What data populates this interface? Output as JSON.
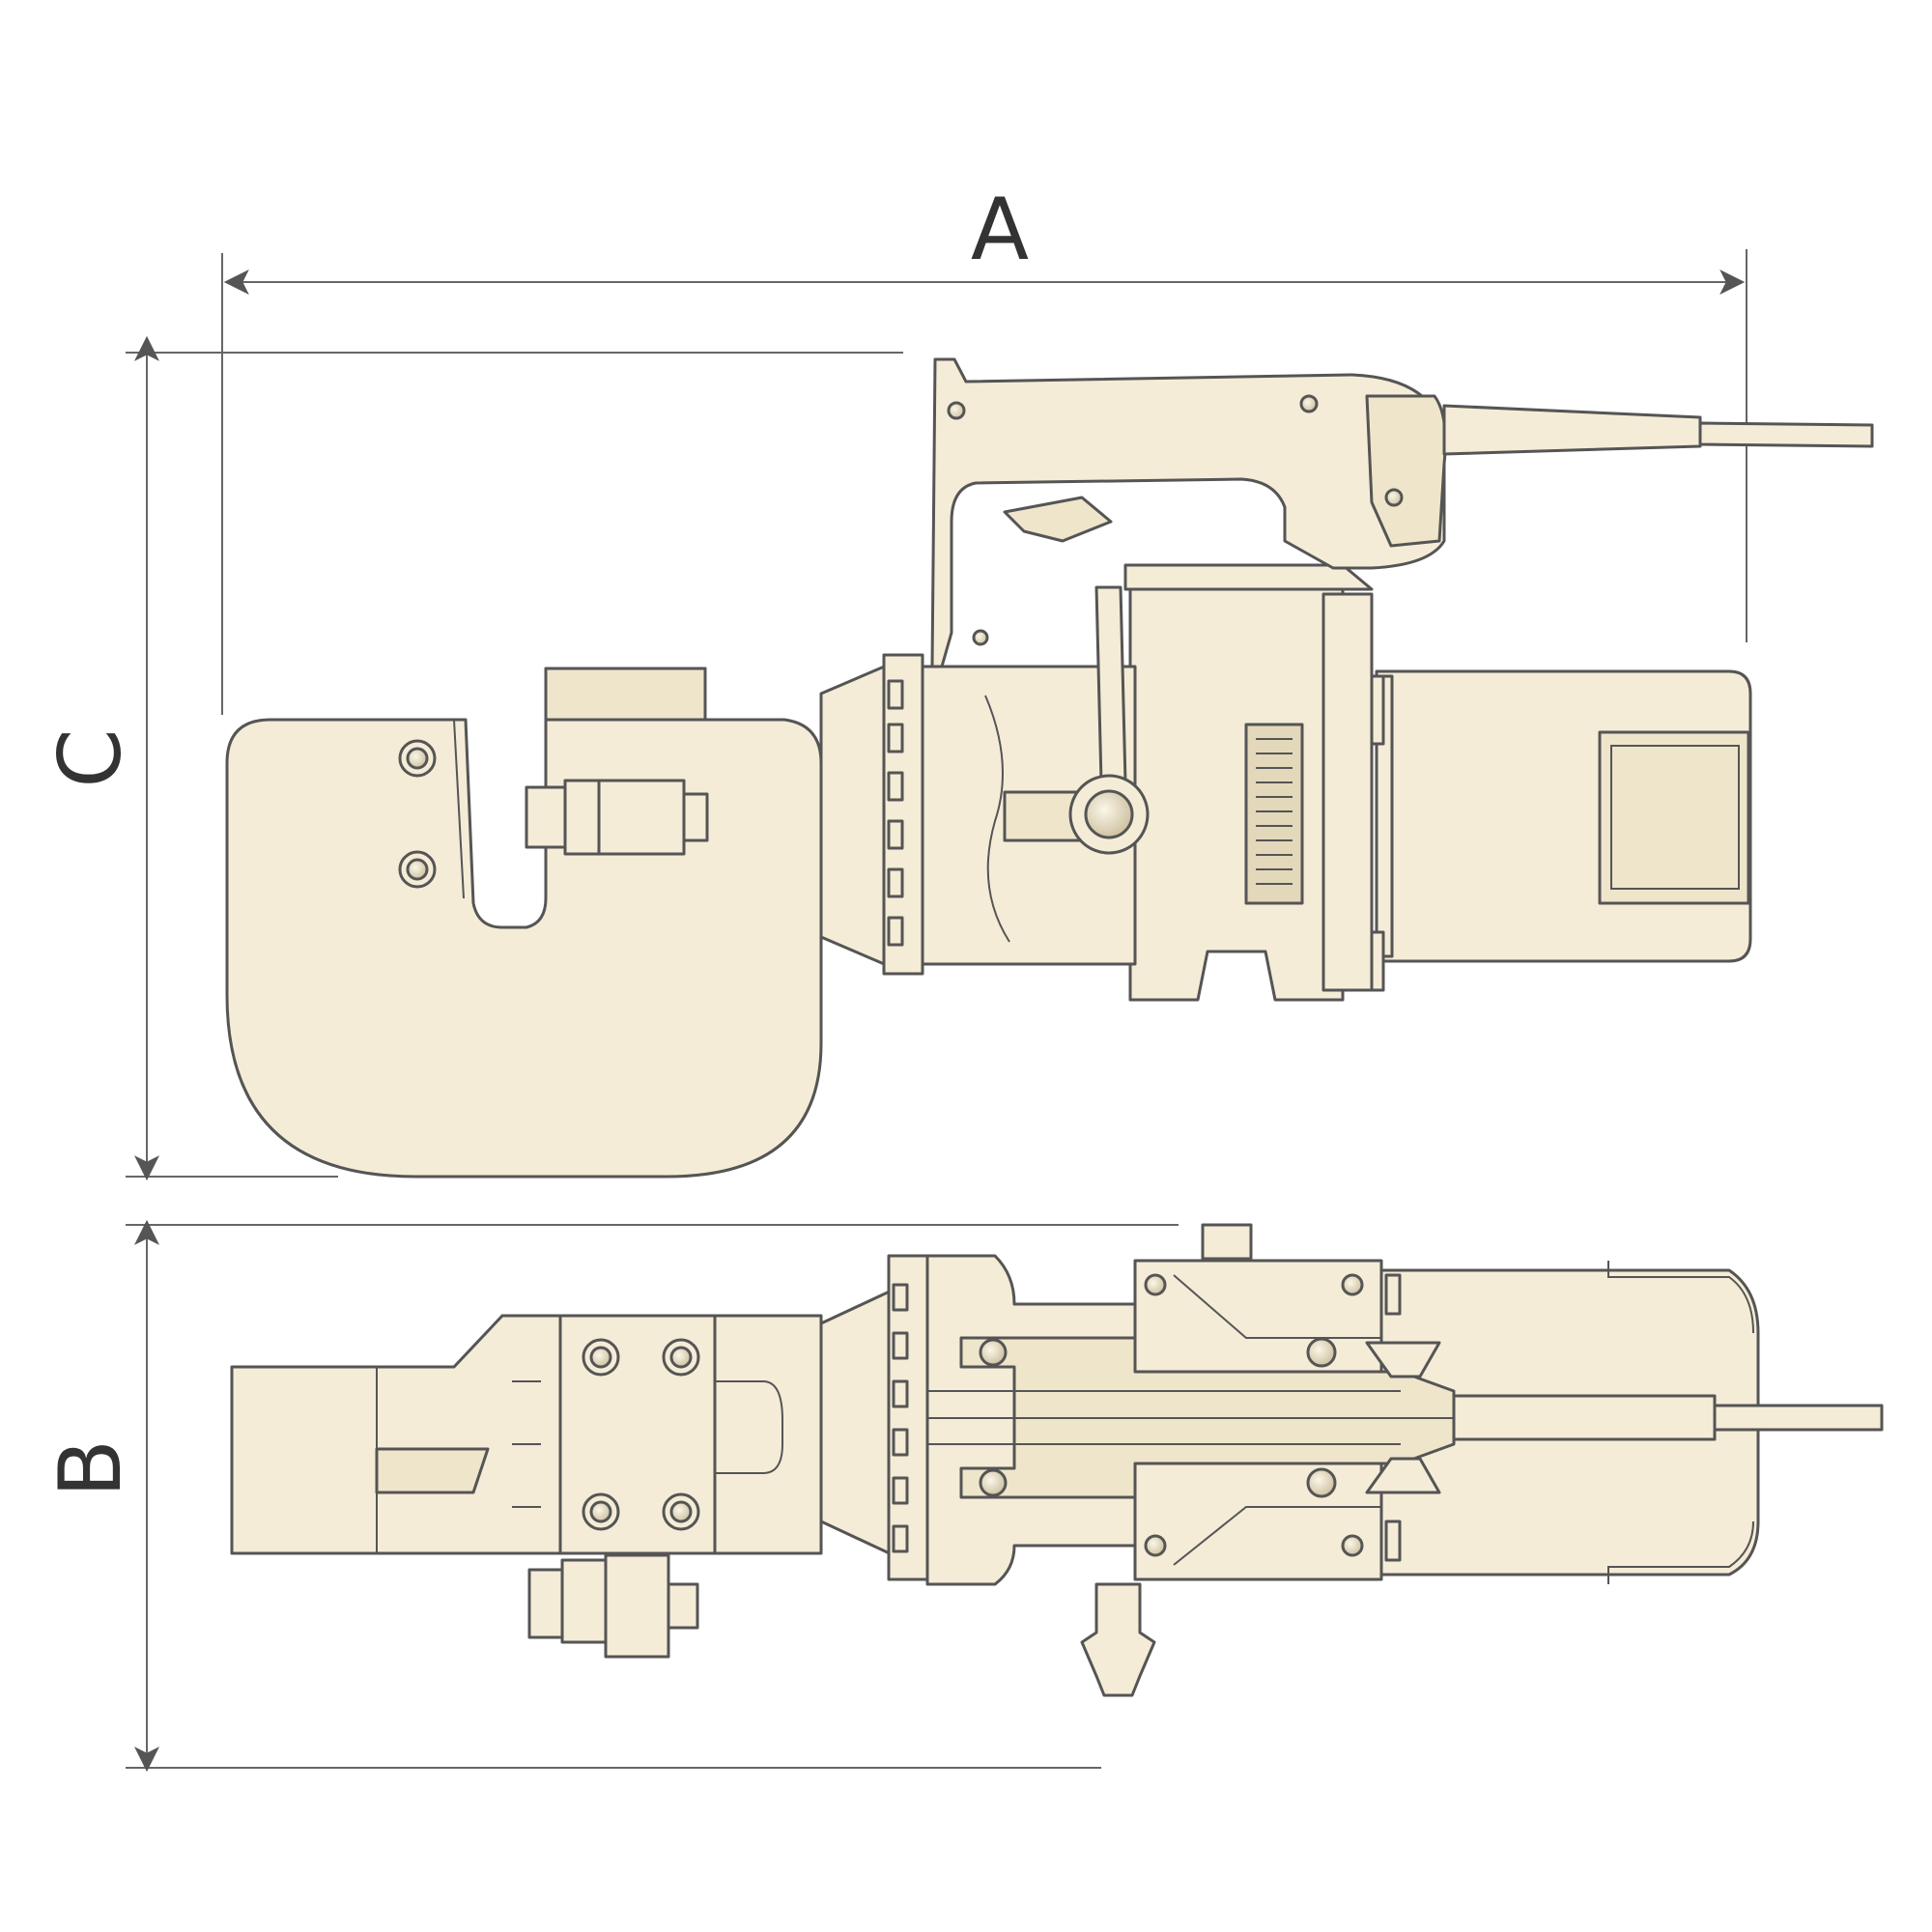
{
  "dimensions": {
    "a": "A",
    "b": "B",
    "c": "C"
  },
  "colors": {
    "body": "#f4ecd7",
    "shade": "#e9dfc4",
    "stroke": "#555555",
    "dimension": "#666666",
    "text": "#333333"
  }
}
